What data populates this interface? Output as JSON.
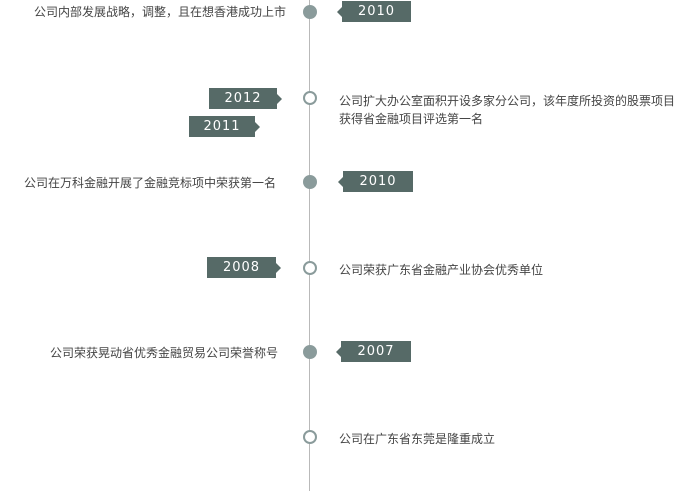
{
  "events": [
    {
      "year": "2010",
      "text": "公司内部发展战略，调整，且在想香港成功上市"
    },
    {
      "years": [
        "2012",
        "2011"
      ],
      "text": [
        "公司扩大办公室面积开设多家分公司，该年度所投资的股票项目",
        "获得省金融项目评选第一名"
      ]
    },
    {
      "year": "2010",
      "text": "公司在万科金融开展了金融竞标项中荣获第一名"
    },
    {
      "year": "2008",
      "text": "公司荣获广东省金融产业协会优秀单位"
    },
    {
      "year": "2007",
      "text": "公司荣获晃动省优秀金融贸易公司荣誉称号"
    },
    {
      "text": "公司在广东省东莞是隆重成立"
    }
  ],
  "colors": {
    "tag_bg": "#566a67",
    "dot": "#8a9b9b",
    "line": "#b9b9b9",
    "text": "#444444"
  }
}
